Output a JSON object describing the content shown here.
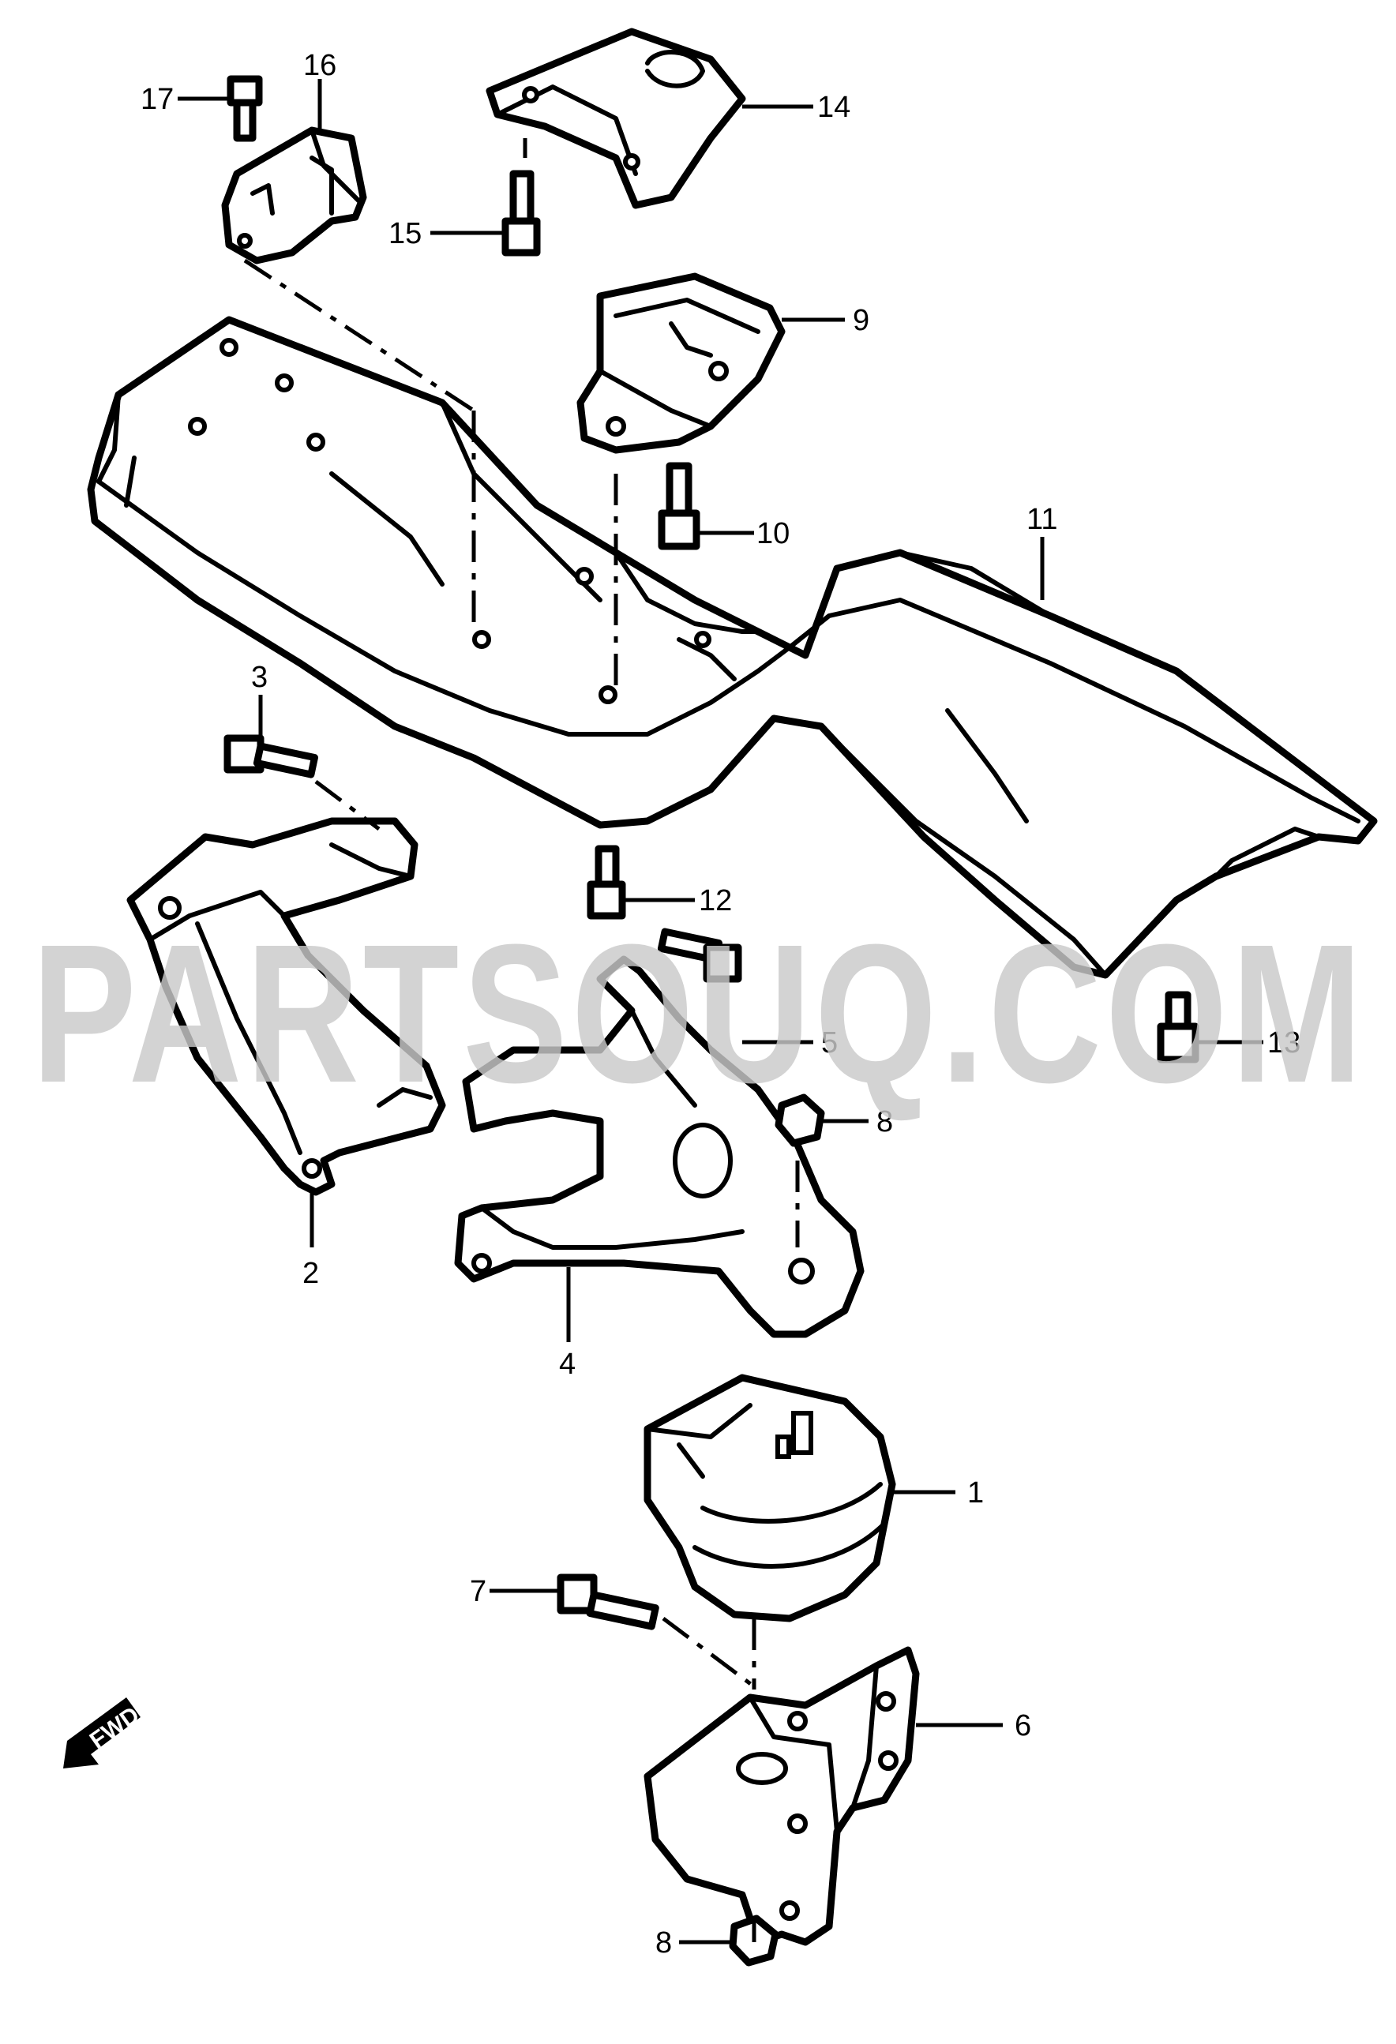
{
  "callouts": {
    "p1": "1",
    "p2": "2",
    "p3": "3",
    "p4": "4",
    "p5": "5",
    "p6": "6",
    "p7": "7",
    "p8a": "8",
    "p8b": "8",
    "p9": "9",
    "p10": "10",
    "p11": "11",
    "p12": "12",
    "p13": "13",
    "p14": "14",
    "p15": "15",
    "p16": "16",
    "p17": "17"
  },
  "watermark": "PARTSOUQ.COM",
  "direction_arrow": {
    "label": "FWD",
    "icon": "fwd-arrow-icon"
  }
}
